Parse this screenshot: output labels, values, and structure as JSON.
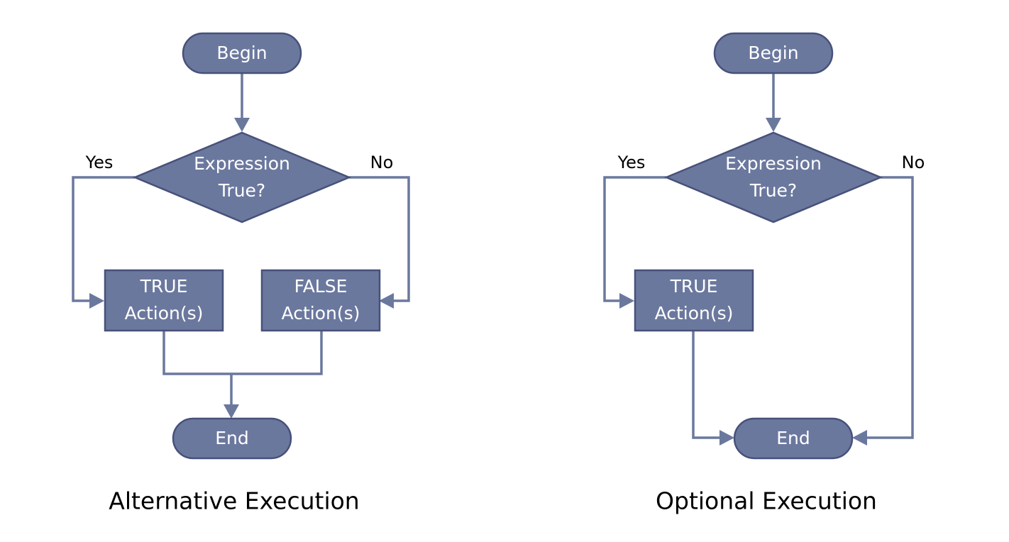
{
  "colors": {
    "node_fill": "#6b789e",
    "node_border": "#47517a",
    "connector": "#6b789e",
    "node_text": "#ffffff",
    "label_text": "#000000",
    "background": "#ffffff"
  },
  "alternative": {
    "begin": "Begin",
    "decision": [
      "Expression",
      "True?"
    ],
    "yes": "Yes",
    "no": "No",
    "true_action": [
      "TRUE",
      "Action(s)"
    ],
    "false_action": [
      "FALSE",
      "Action(s)"
    ],
    "end": "End",
    "caption": "Alternative Execution"
  },
  "optional": {
    "begin": "Begin",
    "decision": [
      "Expression",
      "True?"
    ],
    "yes": "Yes",
    "no": "No",
    "true_action": [
      "TRUE",
      "Action(s)"
    ],
    "end": "End",
    "caption": "Optional Execution"
  }
}
